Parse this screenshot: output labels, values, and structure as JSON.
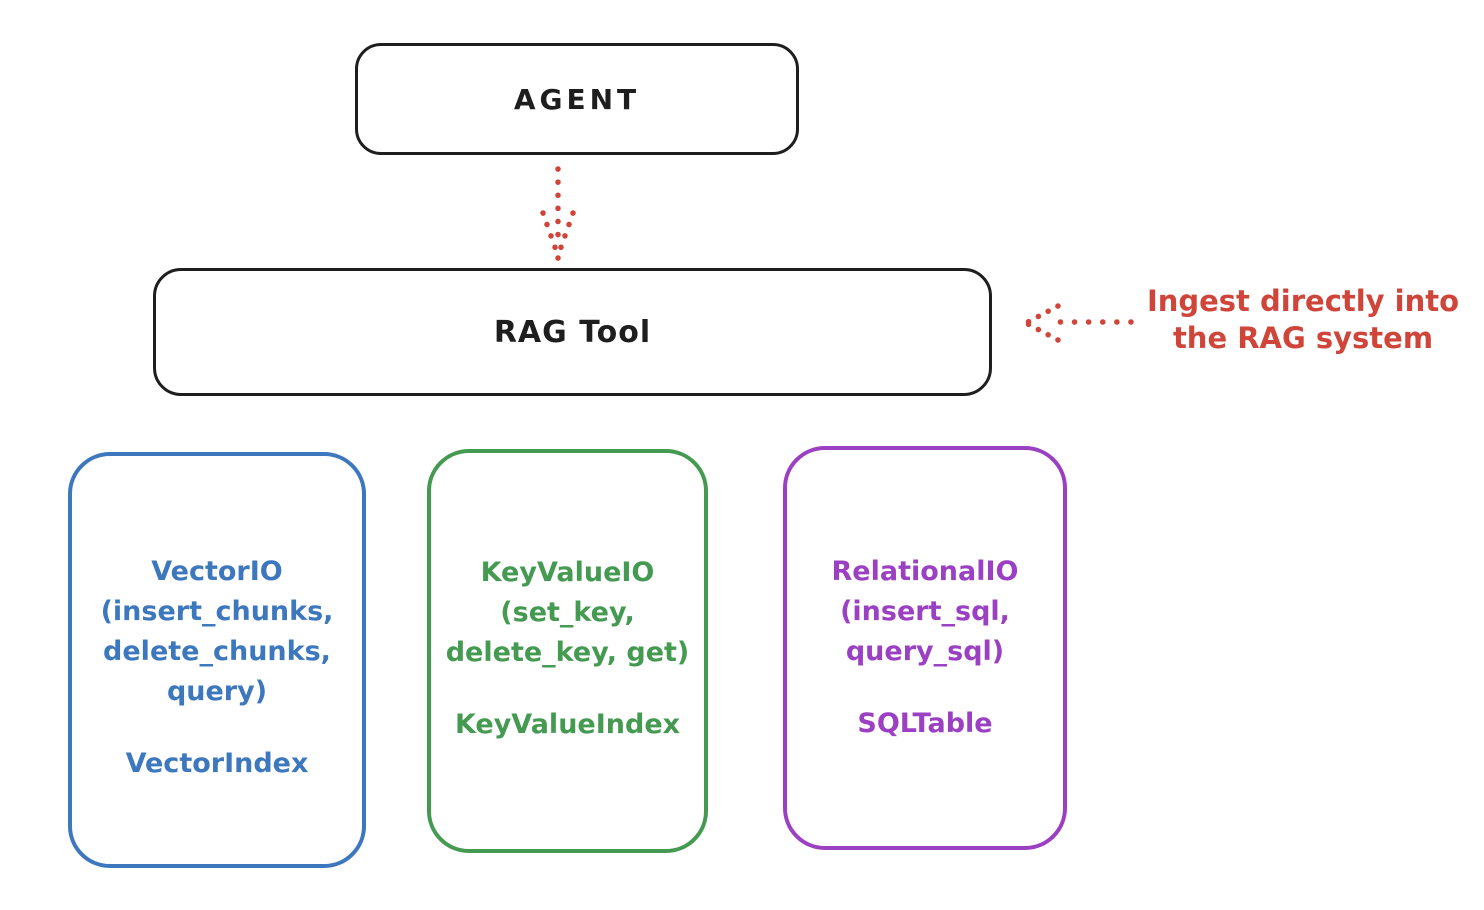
{
  "diagram": {
    "agent": {
      "label": "AGENT"
    },
    "rag_tool": {
      "label": "RAG Tool"
    },
    "annotation": {
      "line1": "Ingest directly into",
      "line2": "the RAG system",
      "color": "#cf4539"
    },
    "backends": [
      {
        "name": "vector-io",
        "color": "#3d78bf",
        "lines": [
          "VectorIO",
          "(insert_chunks,",
          "delete_chunks,",
          "query)"
        ],
        "index": "VectorIndex"
      },
      {
        "name": "keyvalue-io",
        "color": "#459a52",
        "lines": [
          "KeyValueIO",
          "(set_key,",
          "delete_key, get)"
        ],
        "index": "KeyValueIndex"
      },
      {
        "name": "relational-io",
        "color": "#9b40c3",
        "lines": [
          "RelationalIO",
          "(insert_sql,",
          "query_sql)"
        ],
        "index": "SQLTable"
      }
    ],
    "colors": {
      "stroke": "#1e1e1e",
      "background": "#ffffff",
      "arrow": "#cf4539"
    }
  }
}
